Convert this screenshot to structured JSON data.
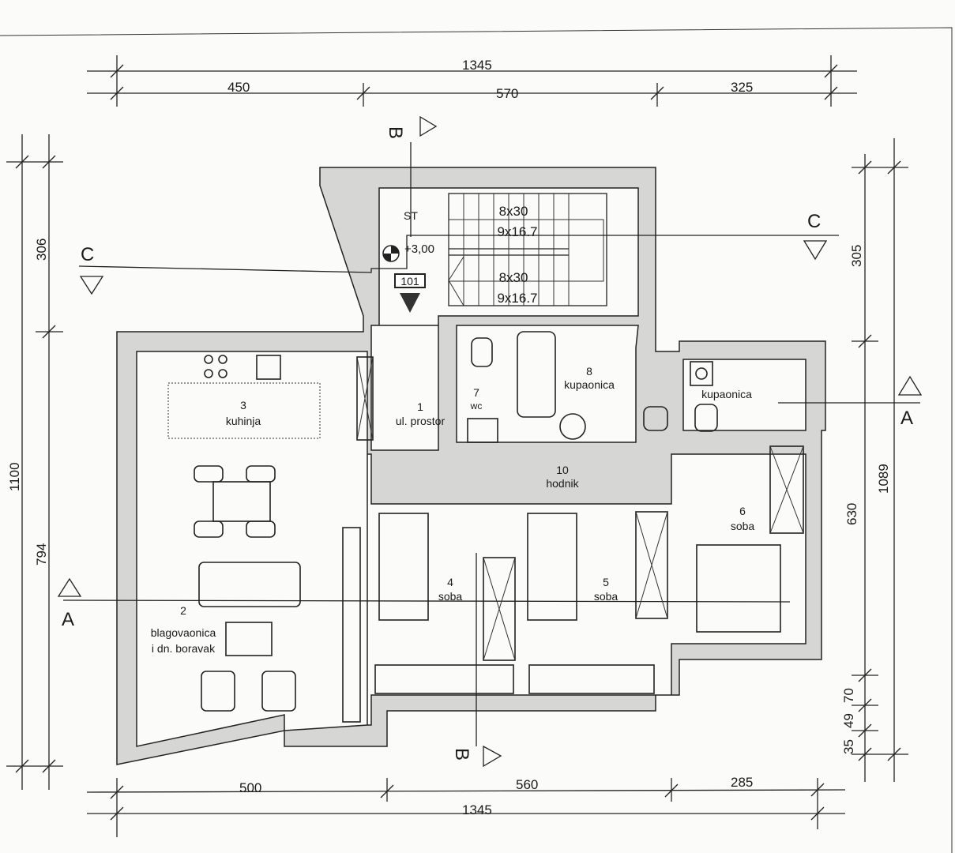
{
  "dimensions": {
    "top_total": "1345",
    "top_parts": [
      "450",
      "570",
      "325"
    ],
    "bottom_parts": [
      "500",
      "560",
      "285"
    ],
    "bottom_total": "1345",
    "left_total": "1100",
    "left_parts": [
      "306",
      "794"
    ],
    "right_total": "1089",
    "right_parts": [
      "305",
      "630",
      "70",
      "49",
      "35"
    ]
  },
  "sections": {
    "a_left": "A",
    "a_right": "A",
    "b_top": "B",
    "b_bottom": "B",
    "c_left": "C",
    "c_right": "C"
  },
  "stair": {
    "label": "ST",
    "level": "+3,00",
    "unit": "101",
    "upper_steps": "8x30",
    "upper_rise": "9x16.7",
    "lower_steps": "8x30",
    "lower_rise": "9x16.7"
  },
  "rooms": [
    {
      "num": "1",
      "name": "ul. prostor"
    },
    {
      "num": "2",
      "name": "blagovaonica",
      "name2": "i dn. boravak"
    },
    {
      "num": "3",
      "name": "kuhinja"
    },
    {
      "num": "4",
      "name": "soba"
    },
    {
      "num": "5",
      "name": "soba"
    },
    {
      "num": "6",
      "name": "soba"
    },
    {
      "num": "7",
      "name": "wc"
    },
    {
      "num": "8",
      "name": "kupaonica"
    },
    {
      "num": "",
      "name": "kupaonica"
    },
    {
      "num": "10",
      "name": "hodnik"
    }
  ]
}
